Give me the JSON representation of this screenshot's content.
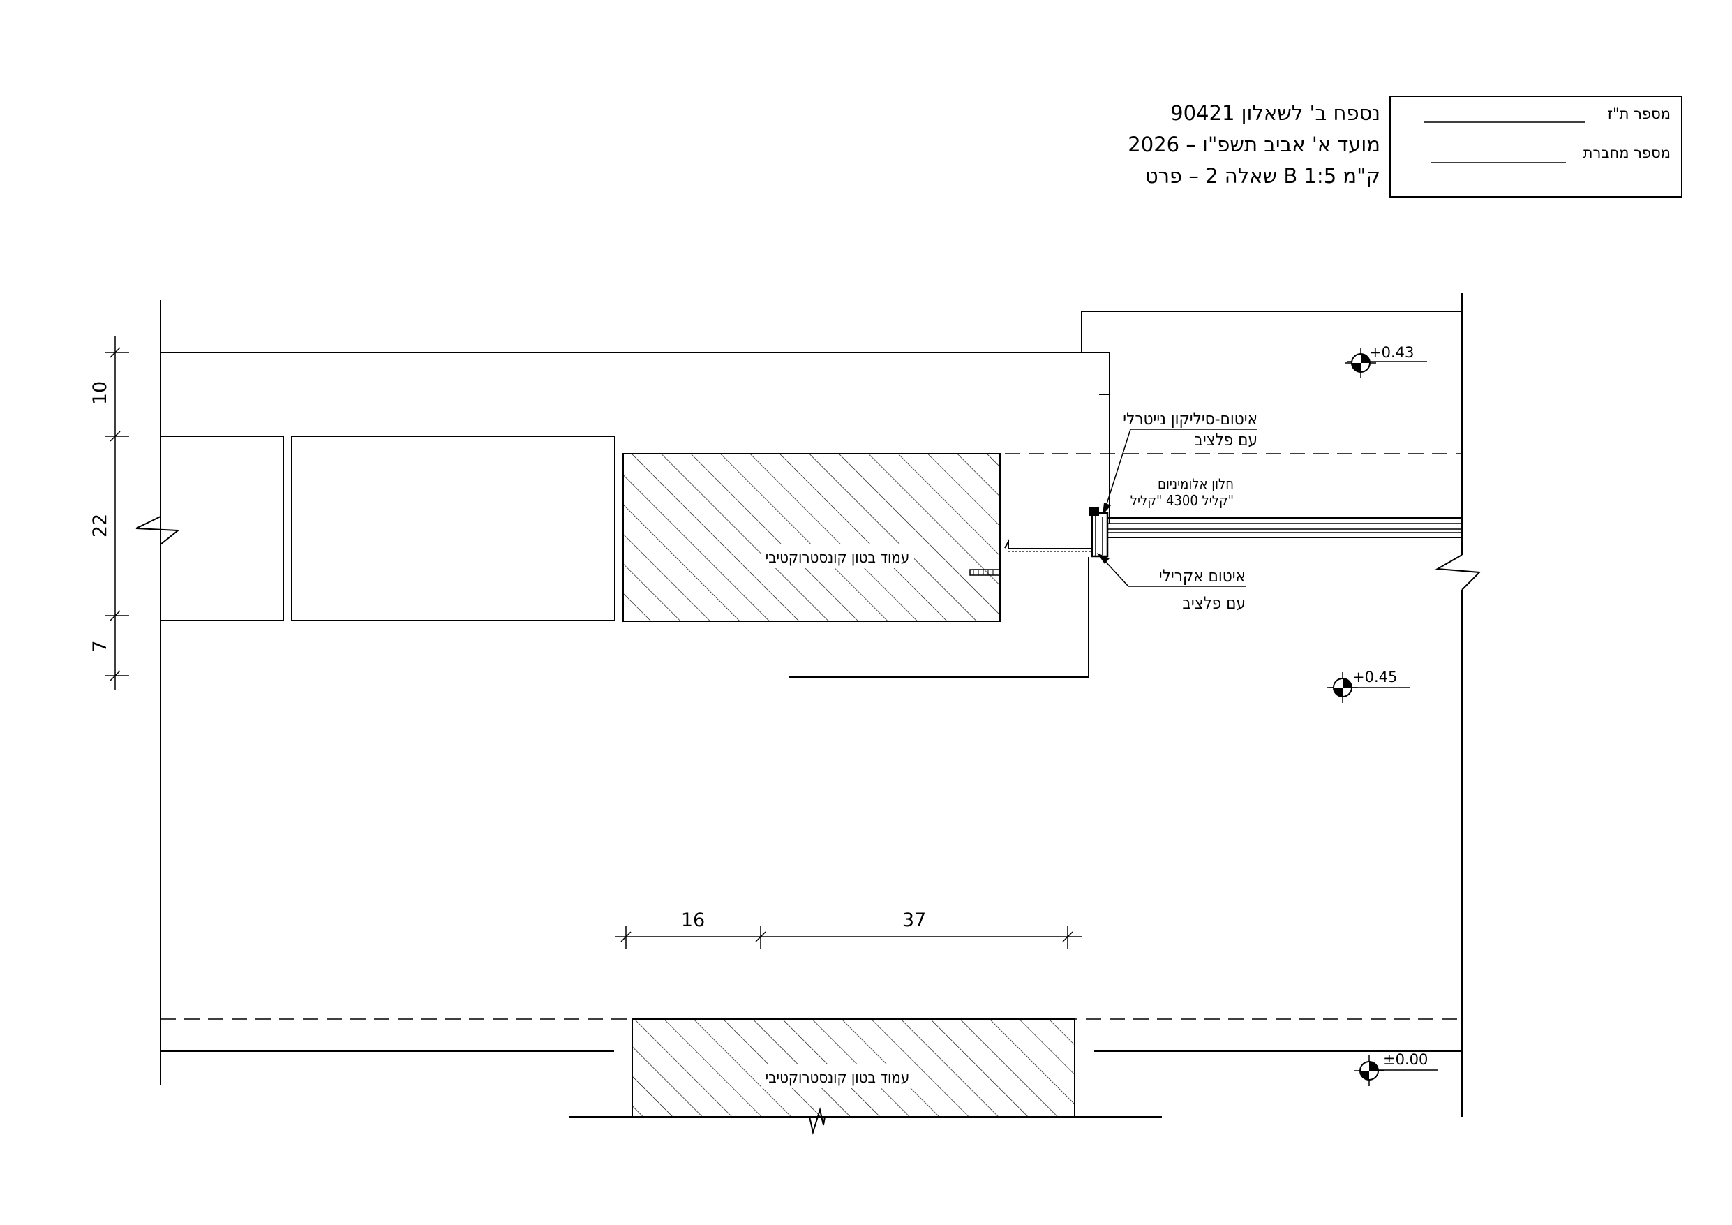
{
  "header": {
    "line1": "נספח ב' לשאלון 90421",
    "line2": "מועד א' אביב תשפ\"ו – 2026",
    "line3": "שאלה 2 –   פרט B   ק\"מ 1:5",
    "id_label": "מספר ת\"ז",
    "notebook_label": "מספר מחברת"
  },
  "dimensions": {
    "v_top": "10",
    "v_mid": "22",
    "v_bot": "7",
    "h_left": "16",
    "h_right": "37"
  },
  "levels": {
    "top": "+0.43",
    "mid": "+0.45",
    "floor": "±0.00"
  },
  "labels": {
    "column_upper": "עמוד בטון קונסטרוקטיבי",
    "column_lower": "עמוד בטון קונסטרוקטיבי",
    "sealant_top_1": "איטום-סיליקון נייטרלי",
    "sealant_top_2": "עם פלציב",
    "window_1": "חלון אלומיניום",
    "window_2": "קליל 4300 \"קליל\"",
    "sealant_bot_1": "איטום אקרילי",
    "sealant_bot_2": "עם פלציב"
  }
}
